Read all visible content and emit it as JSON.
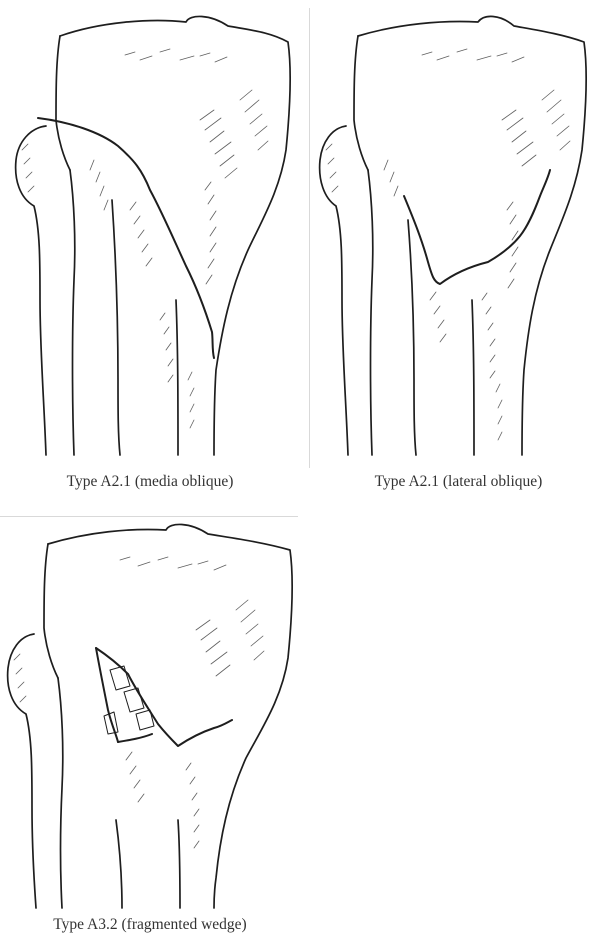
{
  "figures": [
    {
      "caption": "Type A2.1 (media oblique)",
      "fracture": "medial-oblique"
    },
    {
      "caption": "Type A2.1 (lateral oblique)",
      "fracture": "lateral-oblique"
    },
    {
      "caption": "Type A3.2 (fragmented wedge)",
      "fracture": "fragmented-wedge"
    }
  ],
  "colors": {
    "background": "#ffffff",
    "ink": "#1e1e1e",
    "divider": "#d9d9d9",
    "caption_text": "#333333"
  }
}
